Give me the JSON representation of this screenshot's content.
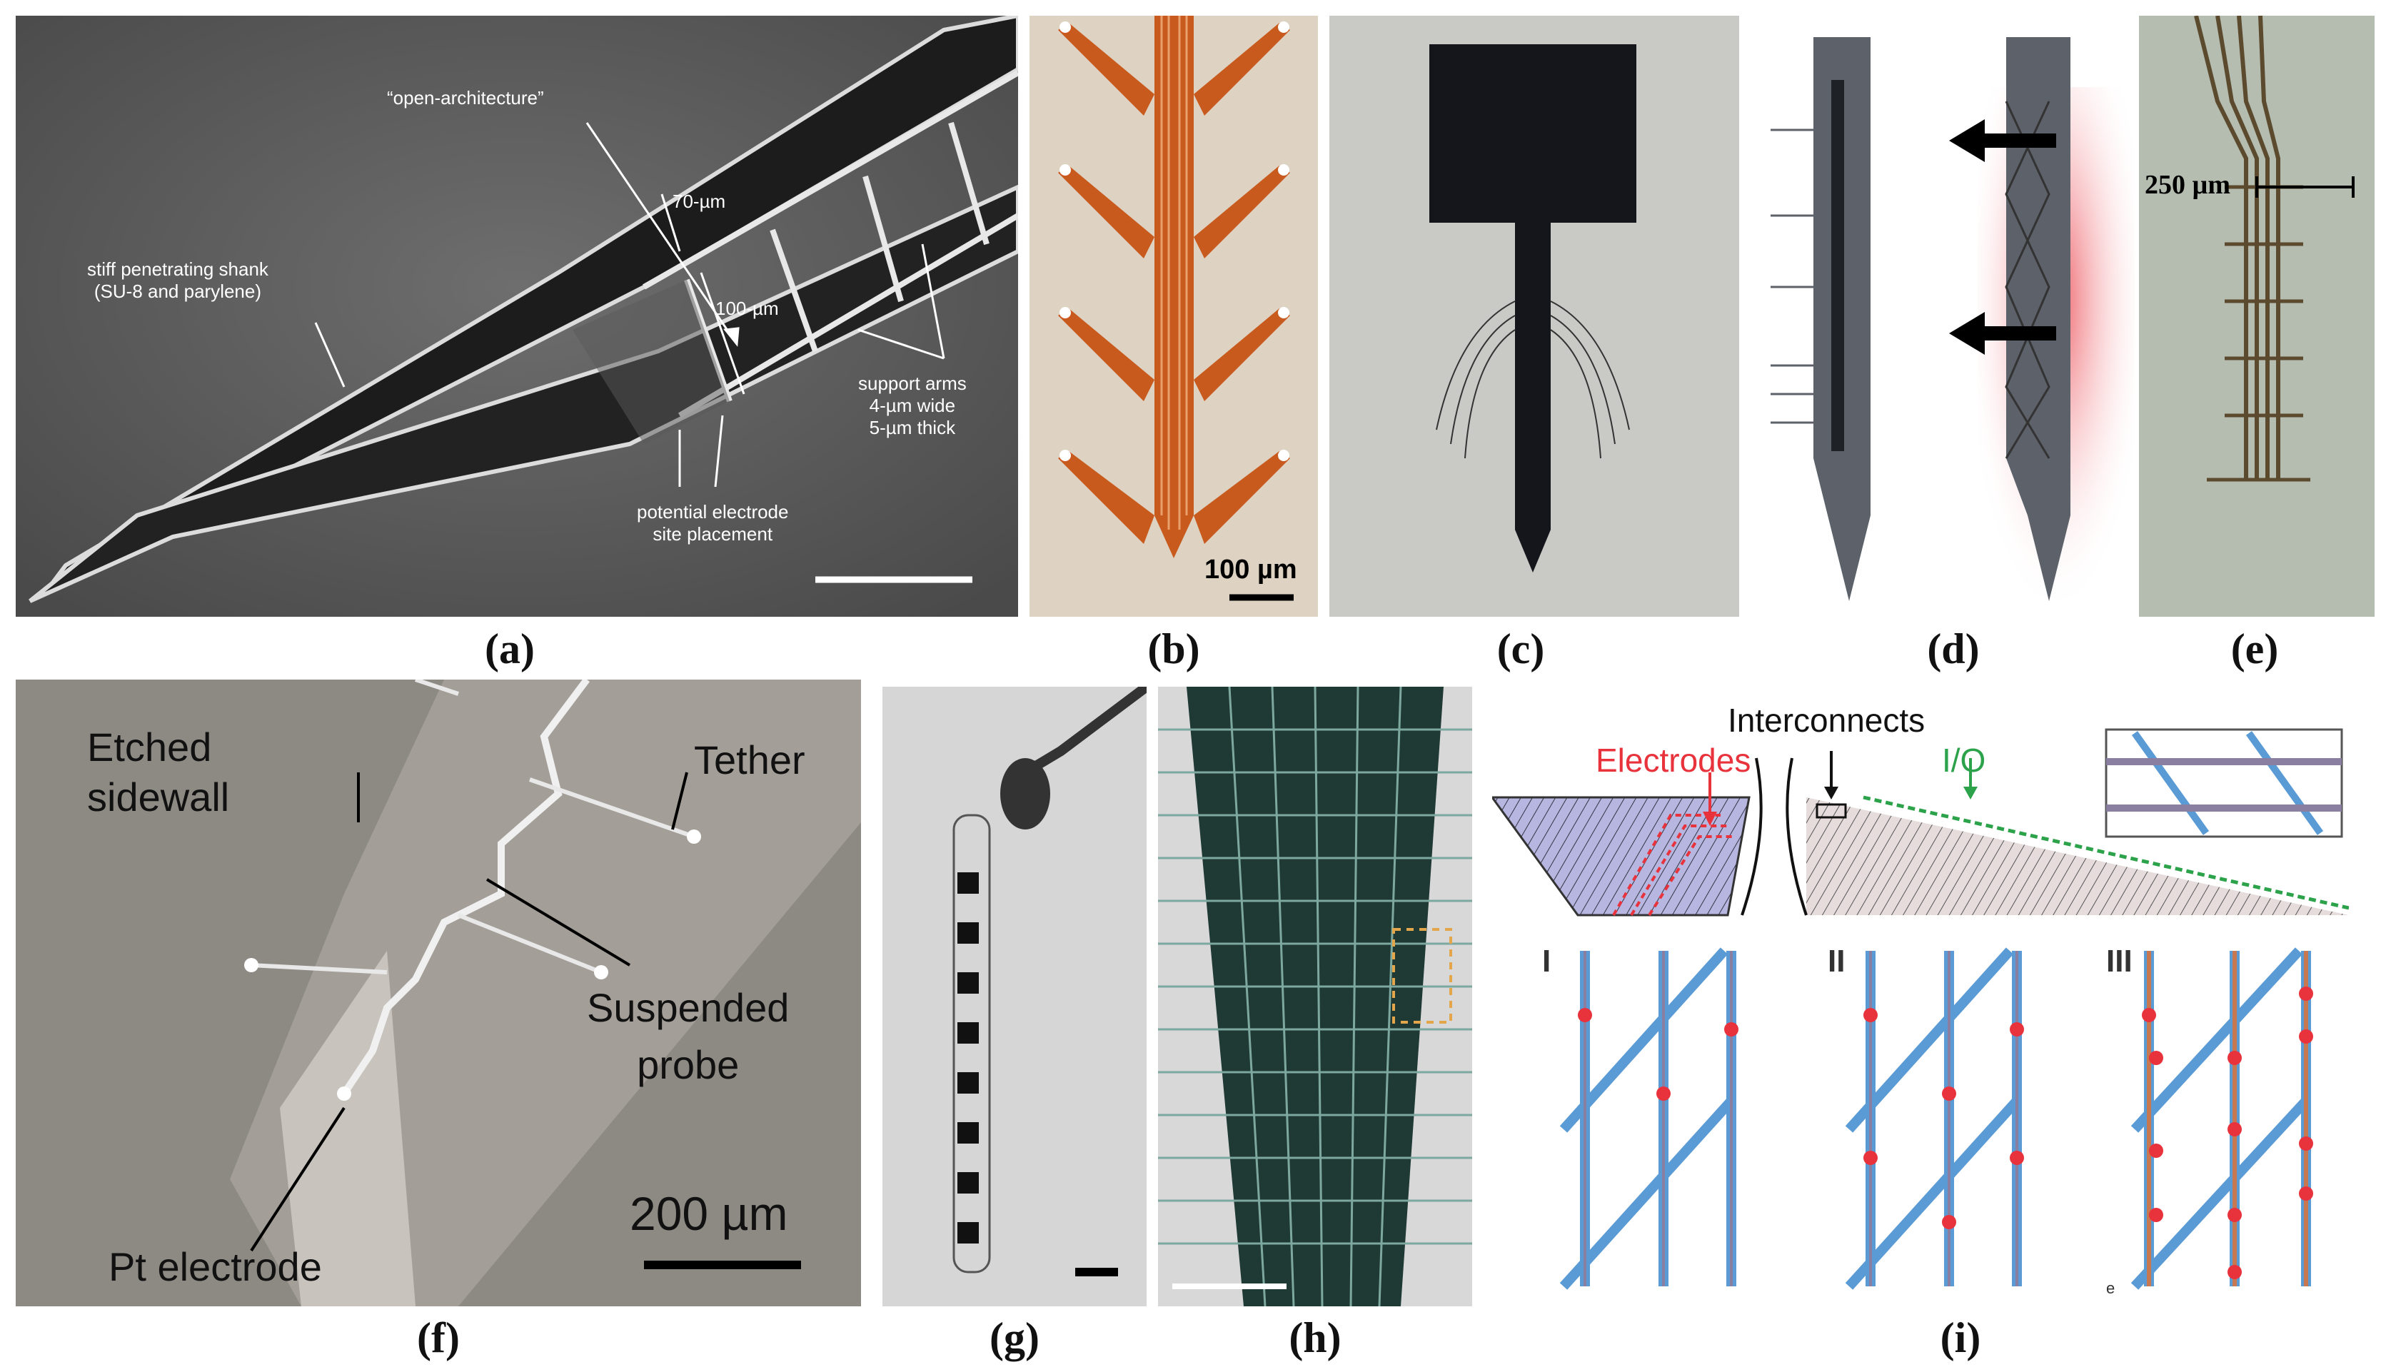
{
  "captions": {
    "a": "(a)",
    "b": "(b)",
    "c": "(c)",
    "d": "(d)",
    "e": "(e)",
    "f": "(f)",
    "g": "(g)",
    "h": "(h)",
    "i": "(i)"
  },
  "panel_a": {
    "open_architecture": "“open-architecture”",
    "dim_70": "70-µm",
    "dim_100": "100-µm",
    "shank_line1": "stiff penetrating shank",
    "shank_line2": "(SU-8 and parylene)",
    "arms_line1": "support arms",
    "arms_line2": "4-µm wide",
    "arms_line3": "5-µm thick",
    "site_line1": "potential electrode",
    "site_line2": "site placement"
  },
  "panel_b": {
    "scale": "100 µm"
  },
  "panel_e": {
    "scale": "250 µm"
  },
  "panel_f": {
    "etched_line1": "Etched",
    "etched_line2": "sidewall",
    "tether": "Tether",
    "suspended_line1": "Suspended",
    "suspended_line2": "probe",
    "scale": "200 µm",
    "pt_electrode": "Pt electrode"
  },
  "panel_i": {
    "interconnects": "Interconnects",
    "electrodes": "Electrodes",
    "io": "I/O",
    "roman1": "I",
    "roman2": "II",
    "roman3": "III",
    "corner_mark": "e"
  },
  "colors": {
    "electrode_red": "#e8323c",
    "io_green": "#2ca24a",
    "wire_blue": "#5b9bd5",
    "probe_orange": "#c85a1e"
  }
}
